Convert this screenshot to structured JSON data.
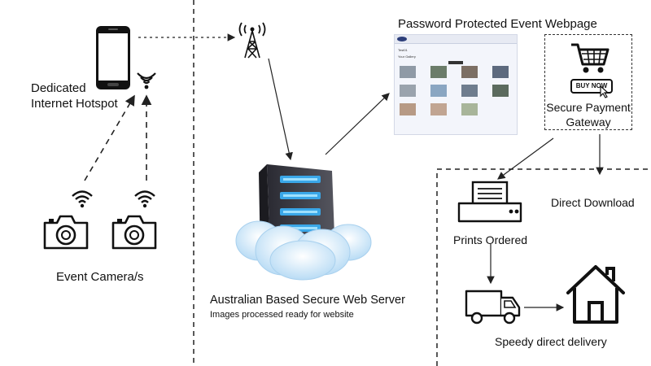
{
  "hotspot": {
    "label_line1": "Dedicated",
    "label_line2": "Internet Hotspot"
  },
  "cameras": {
    "label": "Event Camera/s"
  },
  "server": {
    "title": "Australian Based Secure Web Server",
    "subtitle": "Images processed ready for website"
  },
  "webpage": {
    "title": "Password Protected Event Webpage",
    "mock_heading": "Test01",
    "mock_subheading": "Your Gallery"
  },
  "payment": {
    "label_line1": "Secure Payment",
    "label_line2": "Gateway",
    "buy_now": "BUY NOW"
  },
  "outputs": {
    "direct_download": "Direct Download",
    "prints_ordered": "Prints Ordered",
    "delivery": "Speedy direct delivery"
  },
  "colors": {
    "server_blue": "#3aa7e8",
    "cloud": "#d6ecfb",
    "nav_blue": "#2c3e7a",
    "line": "#222222"
  }
}
